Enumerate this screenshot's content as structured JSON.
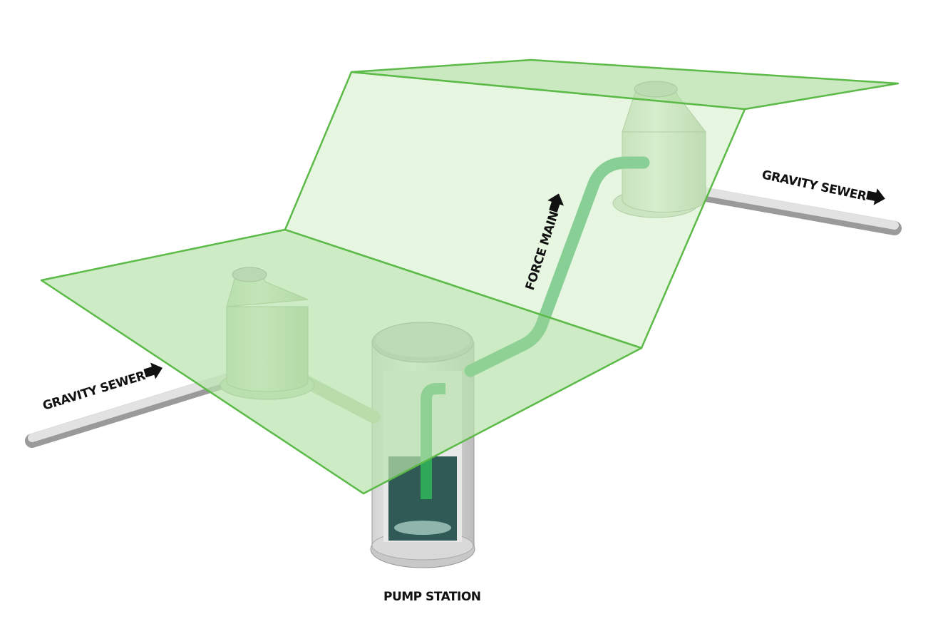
{
  "labels": {
    "gravity_sewer_in": "GRAVITY SEWER",
    "gravity_sewer_out": "GRAVITY SEWER",
    "force_main": "FORCE MAIN",
    "pump_station": "PUMP STATION"
  },
  "colors": {
    "plane_fill": "#c6e8bd",
    "plane_stroke": "#5cba48",
    "force_main": "#2fa85a",
    "manhole": "#cfe2c2",
    "pipe": "#d8d8d8"
  }
}
